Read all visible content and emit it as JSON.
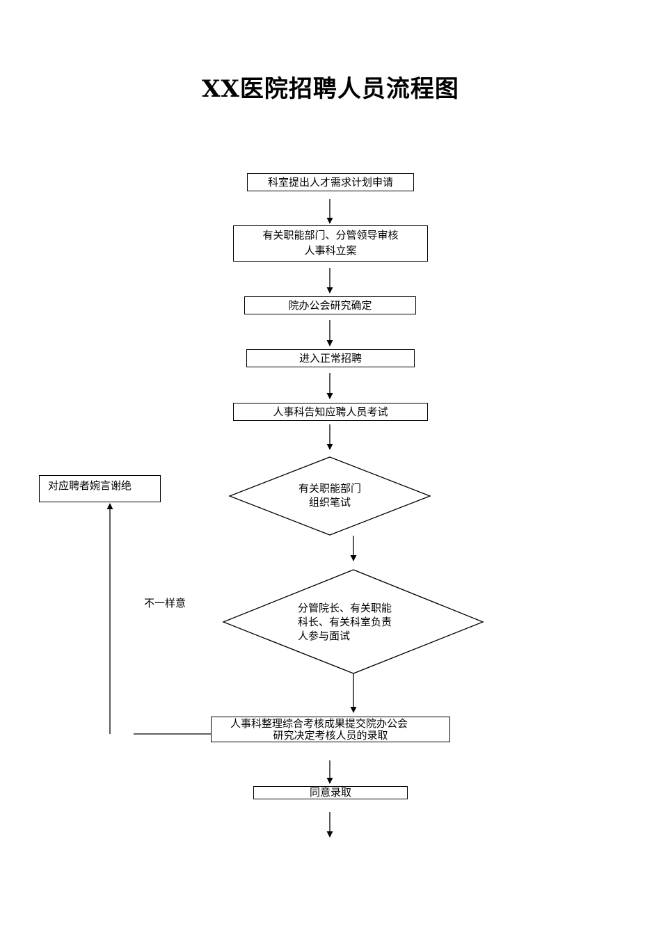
{
  "title": "XX医院招聘人员流程图",
  "steps": {
    "request": "科室提出人才需求计划申请",
    "review_line1": "有关职能部门、分管领导审核",
    "review_line2": "人事科立案",
    "meeting": "院办公会研究确定",
    "normal_recruit": "进入正常招聘",
    "notify": "人事科告知应聘人员考试",
    "written_test_line1": "有关职能部门",
    "written_test_line2": "组织笔试",
    "interview_line1": "分管院长、有关职能",
    "interview_line2": "科长、有关科室负责",
    "interview_line3": "人参与面试",
    "compile_line1": "人事科整理综合考核成果提交院办公会",
    "compile_line2": "研究决定考核人员的录取",
    "agree": "同意录取",
    "reject": "对应聘者婉言谢绝"
  },
  "labels": {
    "disagree": "不一样意"
  }
}
